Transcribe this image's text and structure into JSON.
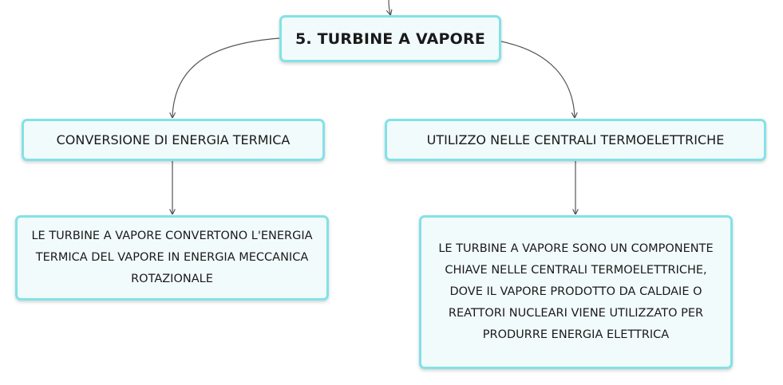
{
  "root": {
    "title": "5. TURBINE A VAPORE"
  },
  "branches": [
    {
      "label": "CONVERSIONE DI ENERGIA TERMICA",
      "detail": "LE TURBINE A VAPORE CONVERTONO L'ENERGIA TERMICA DEL VAPORE IN ENERGIA MECCANICA ROTAZIONALE"
    },
    {
      "label": "UTILIZZO NELLE CENTRALI TERMOELETTRICHE",
      "detail": "LE TURBINE A VAPORE SONO UN COMPONENTE CHIAVE NELLE CENTRALI TERMOELETTRICHE, DOVE IL VAPORE PRODOTTO DA CALDAIE O REATTORI NUCLEARI VIENE UTILIZZATO PER PRODURRE ENERGIA ELETTRICA"
    }
  ],
  "colors": {
    "node_border": "#82e2e6",
    "node_fill": "#f2fbfc",
    "connector": "#555555"
  }
}
